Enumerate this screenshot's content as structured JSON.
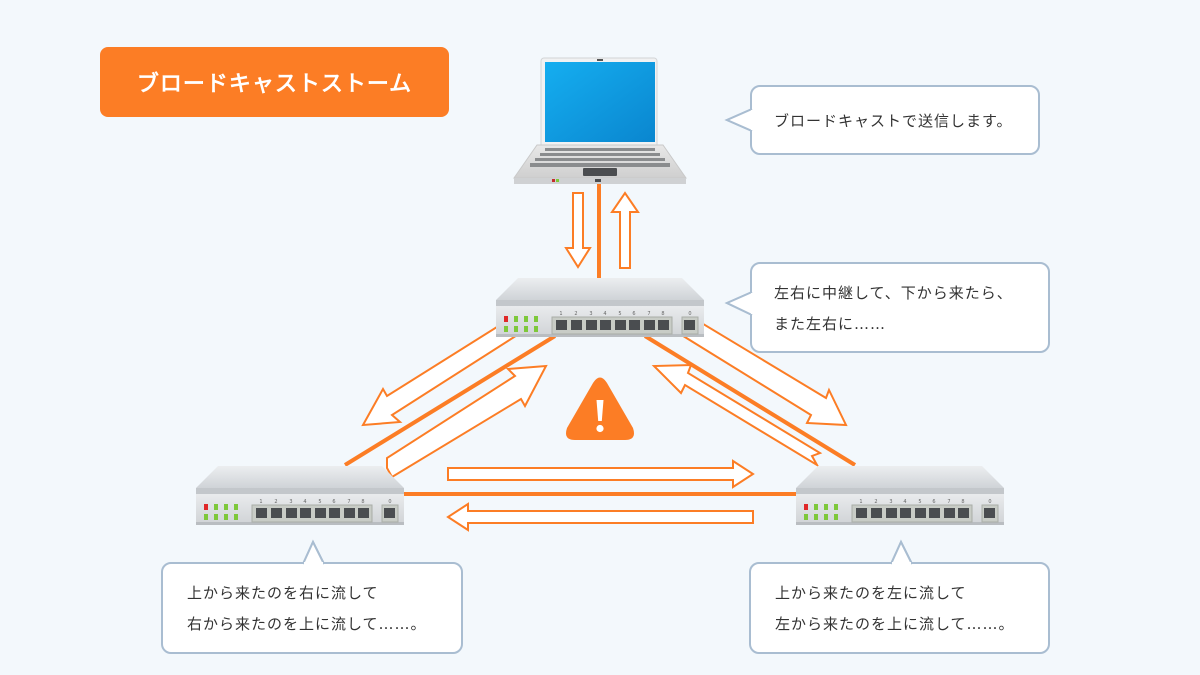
{
  "title": "ブロードキャストストーム",
  "colors": {
    "accent": "#fc7d25",
    "background": "#f3f8fc",
    "bubble_border": "#a9bdd1",
    "bubble_text": "#333333",
    "laptop_screen": "#0a9ae0"
  },
  "nodes": {
    "laptop": {
      "icon": "laptop-icon"
    },
    "switch_top": {
      "icon": "network-switch-icon",
      "port_labels": [
        "1",
        "2",
        "3",
        "4",
        "5",
        "6",
        "7",
        "8",
        "0"
      ]
    },
    "switch_left": {
      "icon": "network-switch-icon",
      "port_labels": [
        "1",
        "2",
        "3",
        "4",
        "5",
        "6",
        "7",
        "8",
        "0"
      ]
    },
    "switch_right": {
      "icon": "network-switch-icon",
      "port_labels": [
        "1",
        "2",
        "3",
        "4",
        "5",
        "6",
        "7",
        "8",
        "0"
      ]
    }
  },
  "warning": {
    "icon": "warning-icon"
  },
  "bubbles": {
    "laptop": {
      "lines": [
        "ブロードキャストで送信します。"
      ]
    },
    "switch_top": {
      "lines": [
        "左右に中継して、下から来たら、",
        "また左右に……"
      ]
    },
    "switch_left": {
      "lines": [
        "上から来たのを右に流して",
        "右から来たのを上に流して……。"
      ]
    },
    "switch_right": {
      "lines": [
        "上から来たのを左に流して",
        "左から来たのを上に流して……。"
      ]
    }
  }
}
